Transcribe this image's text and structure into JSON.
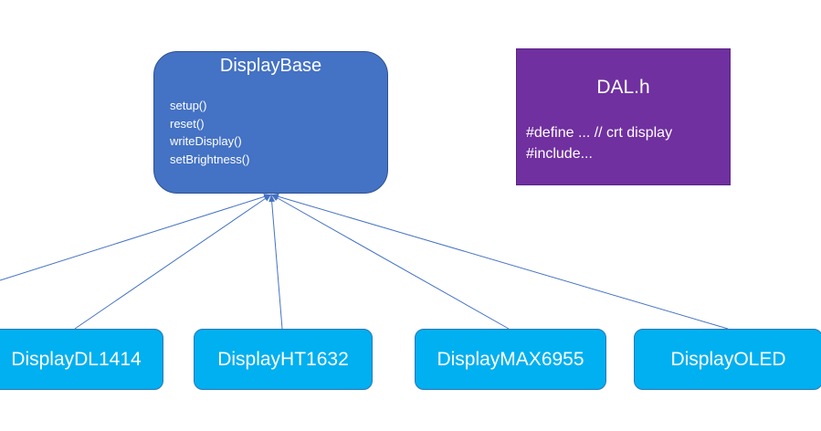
{
  "colors": {
    "base_fill": "#4472c4",
    "dal_fill": "#7030a0",
    "child_fill": "#00b0f0",
    "edge": "#4472c4",
    "text": "#ffffff"
  },
  "base": {
    "title": "DisplayBase",
    "methods": [
      "setup()",
      "reset()",
      "writeDisplay()",
      "setBrightness()"
    ]
  },
  "dal": {
    "title": "DAL.h",
    "lines": [
      "#define ... // crt display",
      "#include..."
    ]
  },
  "children": [
    {
      "label": "DisplayDL1414"
    },
    {
      "label": "DisplayHT1632"
    },
    {
      "label": "DisplayMAX6955"
    },
    {
      "label": "DisplayOLED"
    }
  ]
}
